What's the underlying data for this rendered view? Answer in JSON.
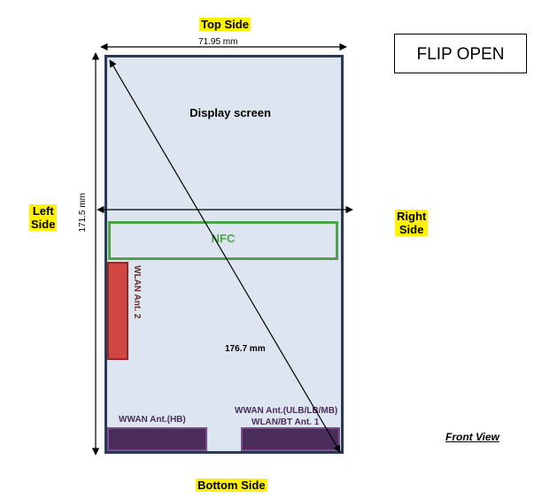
{
  "sides": {
    "top": "Top Side",
    "bottom": "Bottom Side",
    "left_line1": "Left",
    "left_line2": "Side",
    "right_line1": "Right",
    "right_line2": "Side"
  },
  "flip_label": "FLIP OPEN",
  "display_label": "Display screen",
  "dimensions": {
    "width": "71.95 mm",
    "height": "171.5 mm",
    "diagonal": "176.7 mm"
  },
  "antennas": {
    "nfc": "NFC",
    "wlan2": "WLAN Ant. 2",
    "wwan_hb": "WWAN Ant.(HB)",
    "wwan_ulb_line1": "WWAN Ant.(ULB/LB/MB)",
    "wwan_ulb_line2": "WLAN/BT Ant. 1"
  },
  "view_label": "Front View",
  "colors": {
    "highlight": "#fff200",
    "screen": "#dde6f0",
    "frame": "#273a57",
    "nfc": "#4ea24a",
    "wlan": "#cf4642",
    "wwan": "#4a2d5a"
  }
}
